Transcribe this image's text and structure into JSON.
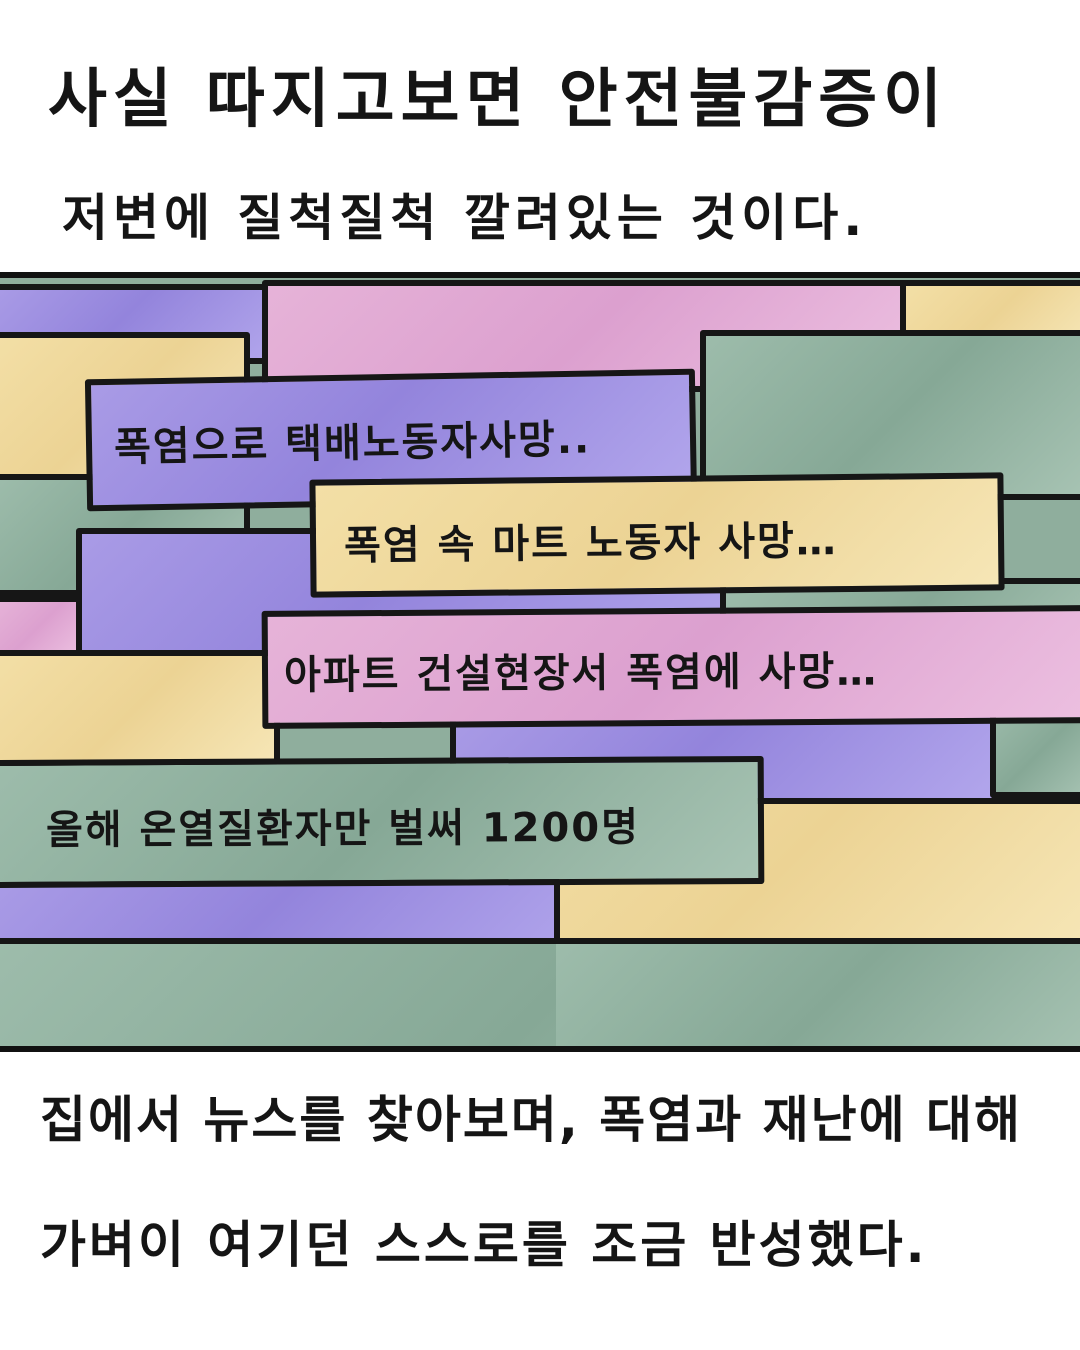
{
  "text": {
    "title_line_1": "사실 따지고보면 안전불감증이",
    "title_line_2": "저변에 질척질척 깔려있는 것이다.",
    "footer_line_1": "집에서 뉴스를 찾아보며, 폭염과 재난에 대해",
    "footer_line_2": "가벼이 여기던 스스로를 조금 반성했다."
  },
  "headlines": [
    "폭염으로 택배노동자사망..",
    "폭염 속 마트 노동자 사망…",
    "아파트 건설현장서 폭염에 사망…",
    "올해 온열질환자만 벌써 1200명"
  ],
  "colors": {
    "purple": "#9f91e2",
    "pink": "#e2aad4",
    "yellow": "#f1dca2",
    "green": "#93b3a1",
    "ink": "#151515"
  }
}
